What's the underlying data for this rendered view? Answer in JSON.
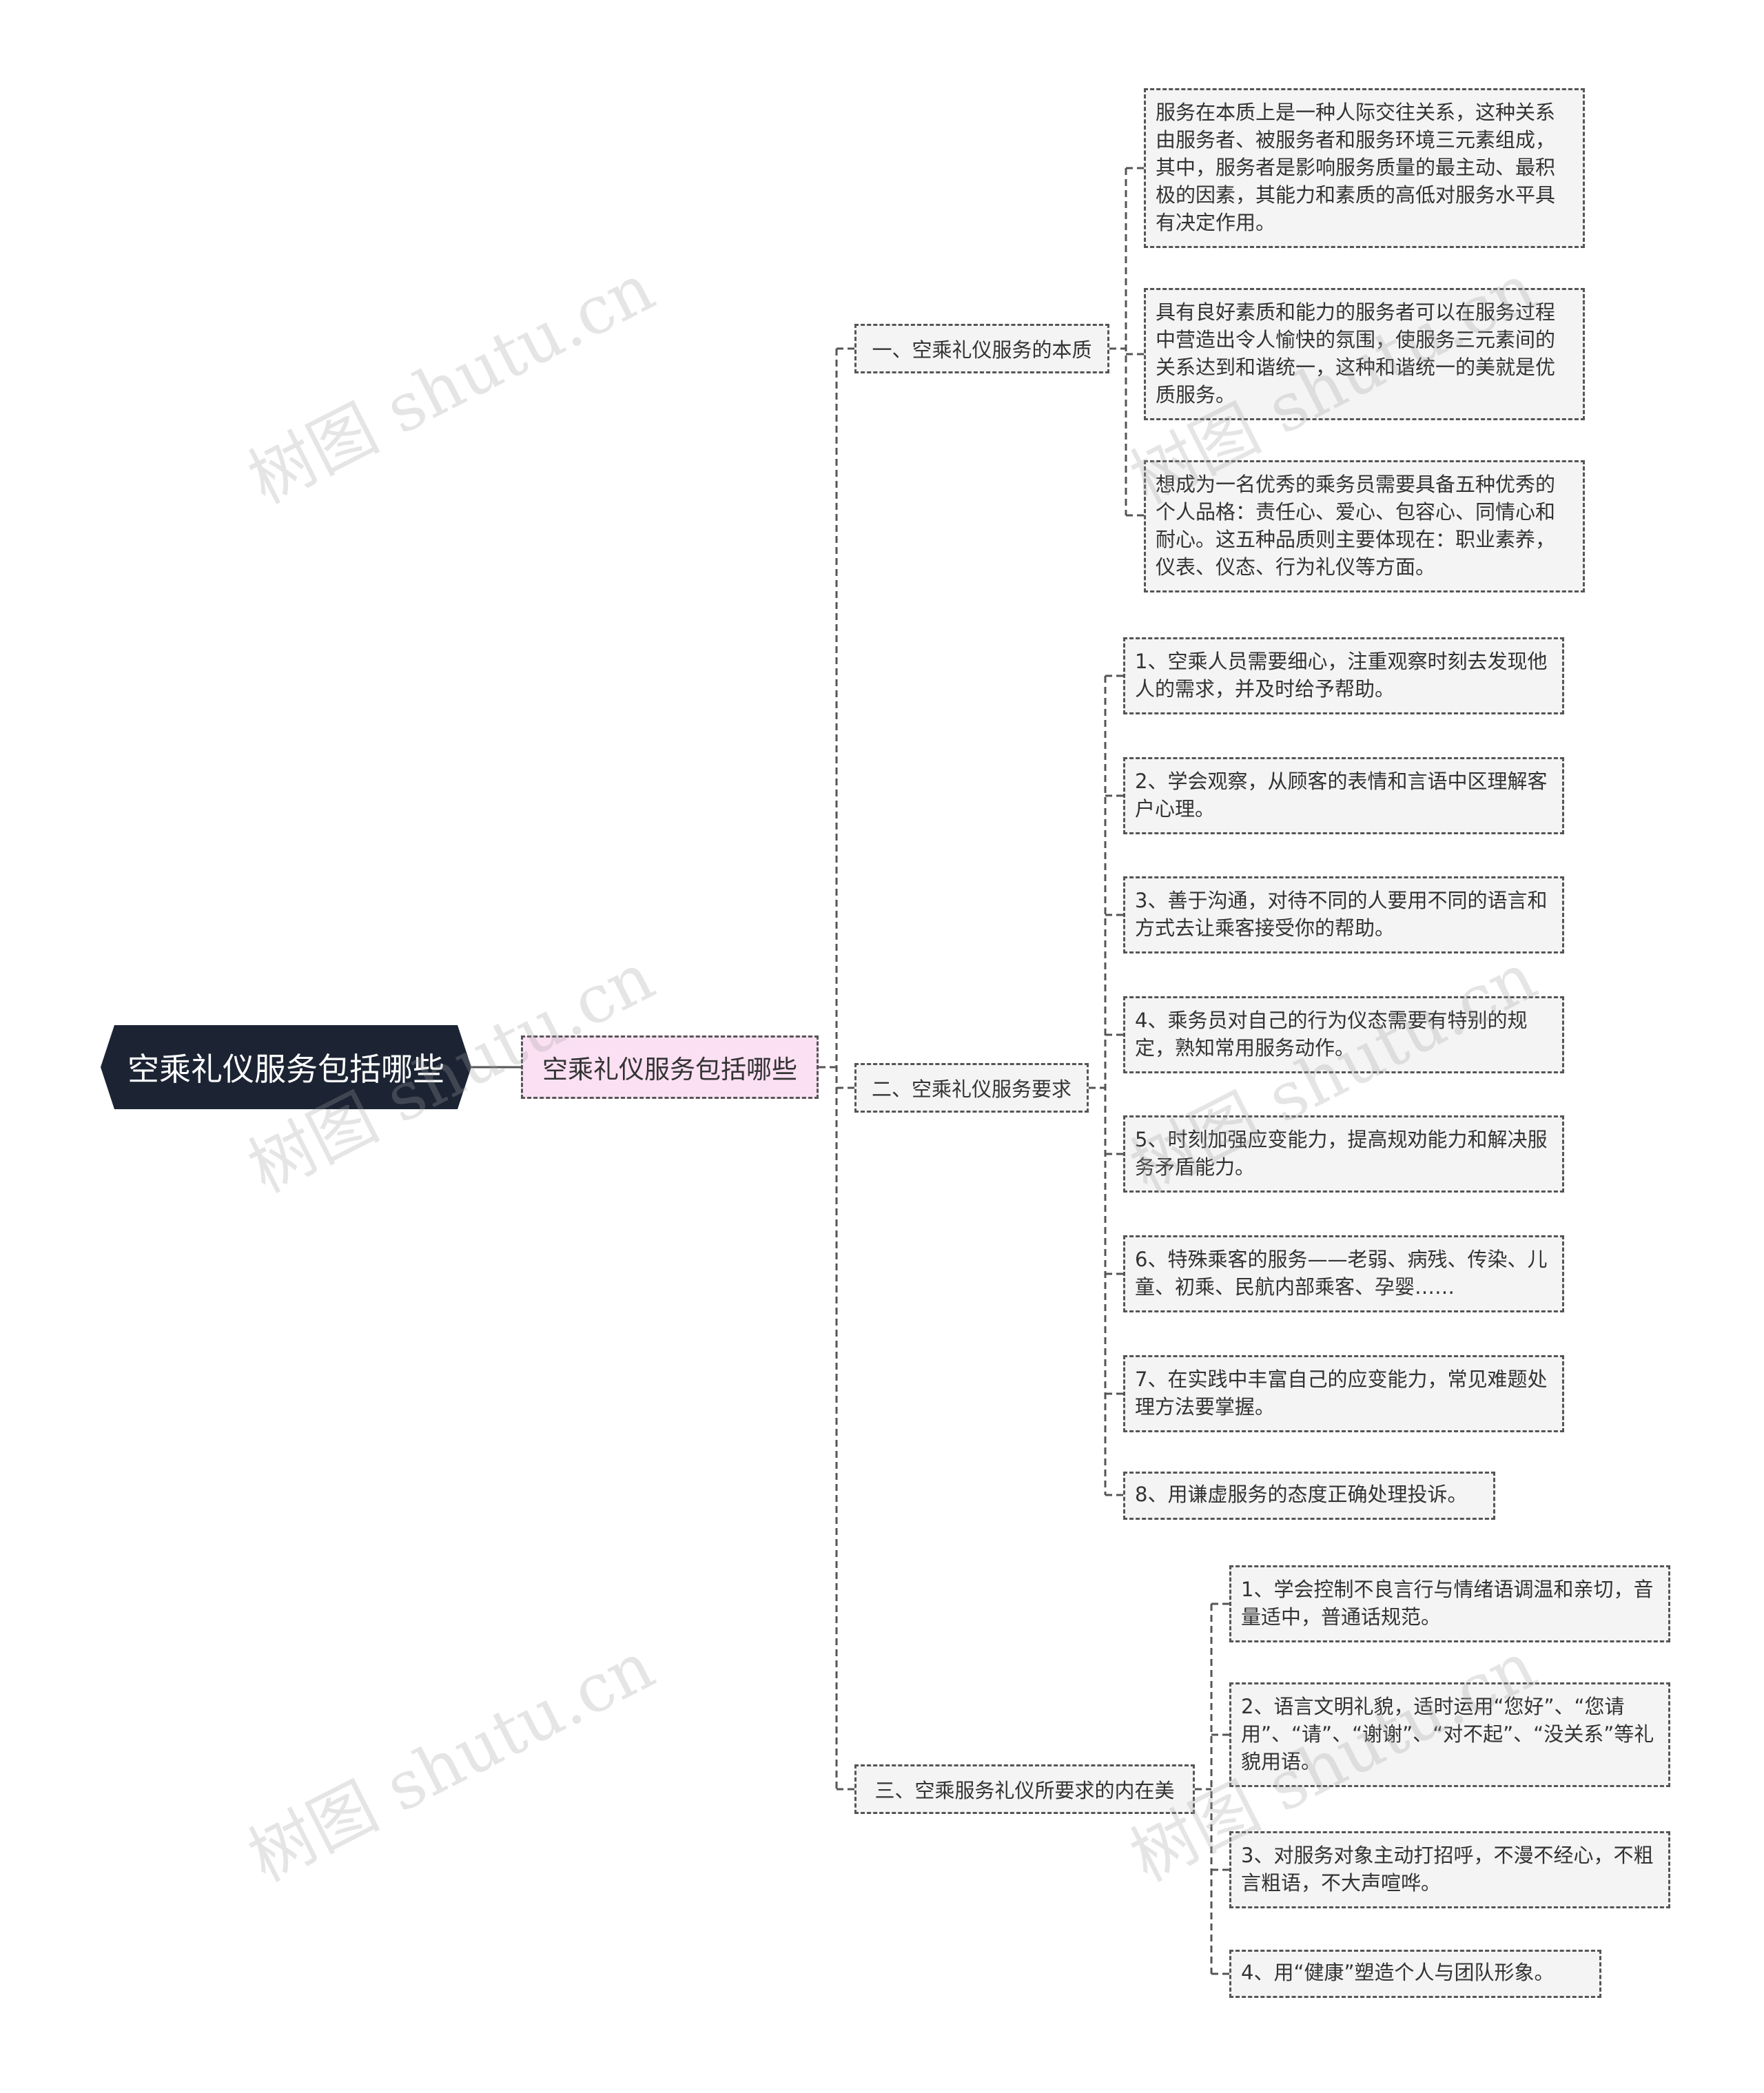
{
  "root": {
    "label": "空乘礼仪服务包括哪些"
  },
  "center": {
    "label": "空乘礼仪服务包括哪些"
  },
  "branches": [
    {
      "label": "一、空乘礼仪服务的本质",
      "children": [
        "服务在本质上是一种人际交往关系，这种关系由服务者、被服务者和服务环境三元素组成，其中，服务者是影响服务质量的最主动、最积极的因素，其能力和素质的高低对服务水平具有决定作用。",
        "具有良好素质和能力的服务者可以在服务过程中营造出令人愉快的氛围，使服务三元素间的关系达到和谐统一，这种和谐统一的美就是优质服务。",
        "想成为一名优秀的乘务员需要具备五种优秀的个人品格：责任心、爱心、包容心、同情心和耐心。这五种品质则主要体现在：职业素养，仪表、仪态、行为礼仪等方面。"
      ]
    },
    {
      "label": "二、空乘礼仪服务要求",
      "children": [
        "1、空乘人员需要细心，注重观察时刻去发现他人的需求，并及时给予帮助。",
        "2、学会观察，从顾客的表情和言语中区理解客户心理。",
        "3、善于沟通，对待不同的人要用不同的语言和方式去让乘客接受你的帮助。",
        "4、乘务员对自己的行为仪态需要有特别的规定，熟知常用服务动作。",
        "5、时刻加强应变能力，提高规劝能力和解决服务矛盾能力。",
        "6、特殊乘客的服务——老弱、病残、传染、儿童、初乘、民航内部乘客、孕婴……",
        "7、在实践中丰富自己的应变能力，常见难题处理方法要掌握。",
        "8、用谦虚服务的态度正确处理投诉。"
      ]
    },
    {
      "label": "三、空乘服务礼仪所要求的内在美",
      "children": [
        "1、学会控制不良言行与情绪语调温和亲切，音量适中，普通话规范。",
        "2、语言文明礼貌，适时运用“您好”、“您请用”、“请”、“谢谢”、“对不起”、“没关系”等礼貌用语。",
        "3、对服务对象主动打招呼，不漫不经心，不粗言粗语，不大声喧哗。",
        "4、用“健康”塑造个人与团队形象。"
      ]
    }
  ],
  "watermark": "树图 shutu.cn",
  "colors": {
    "root_bg": "#1c2434",
    "center_bg": "#fbe0f3",
    "node_bg": "#f4f4f4",
    "line": "#555555"
  }
}
